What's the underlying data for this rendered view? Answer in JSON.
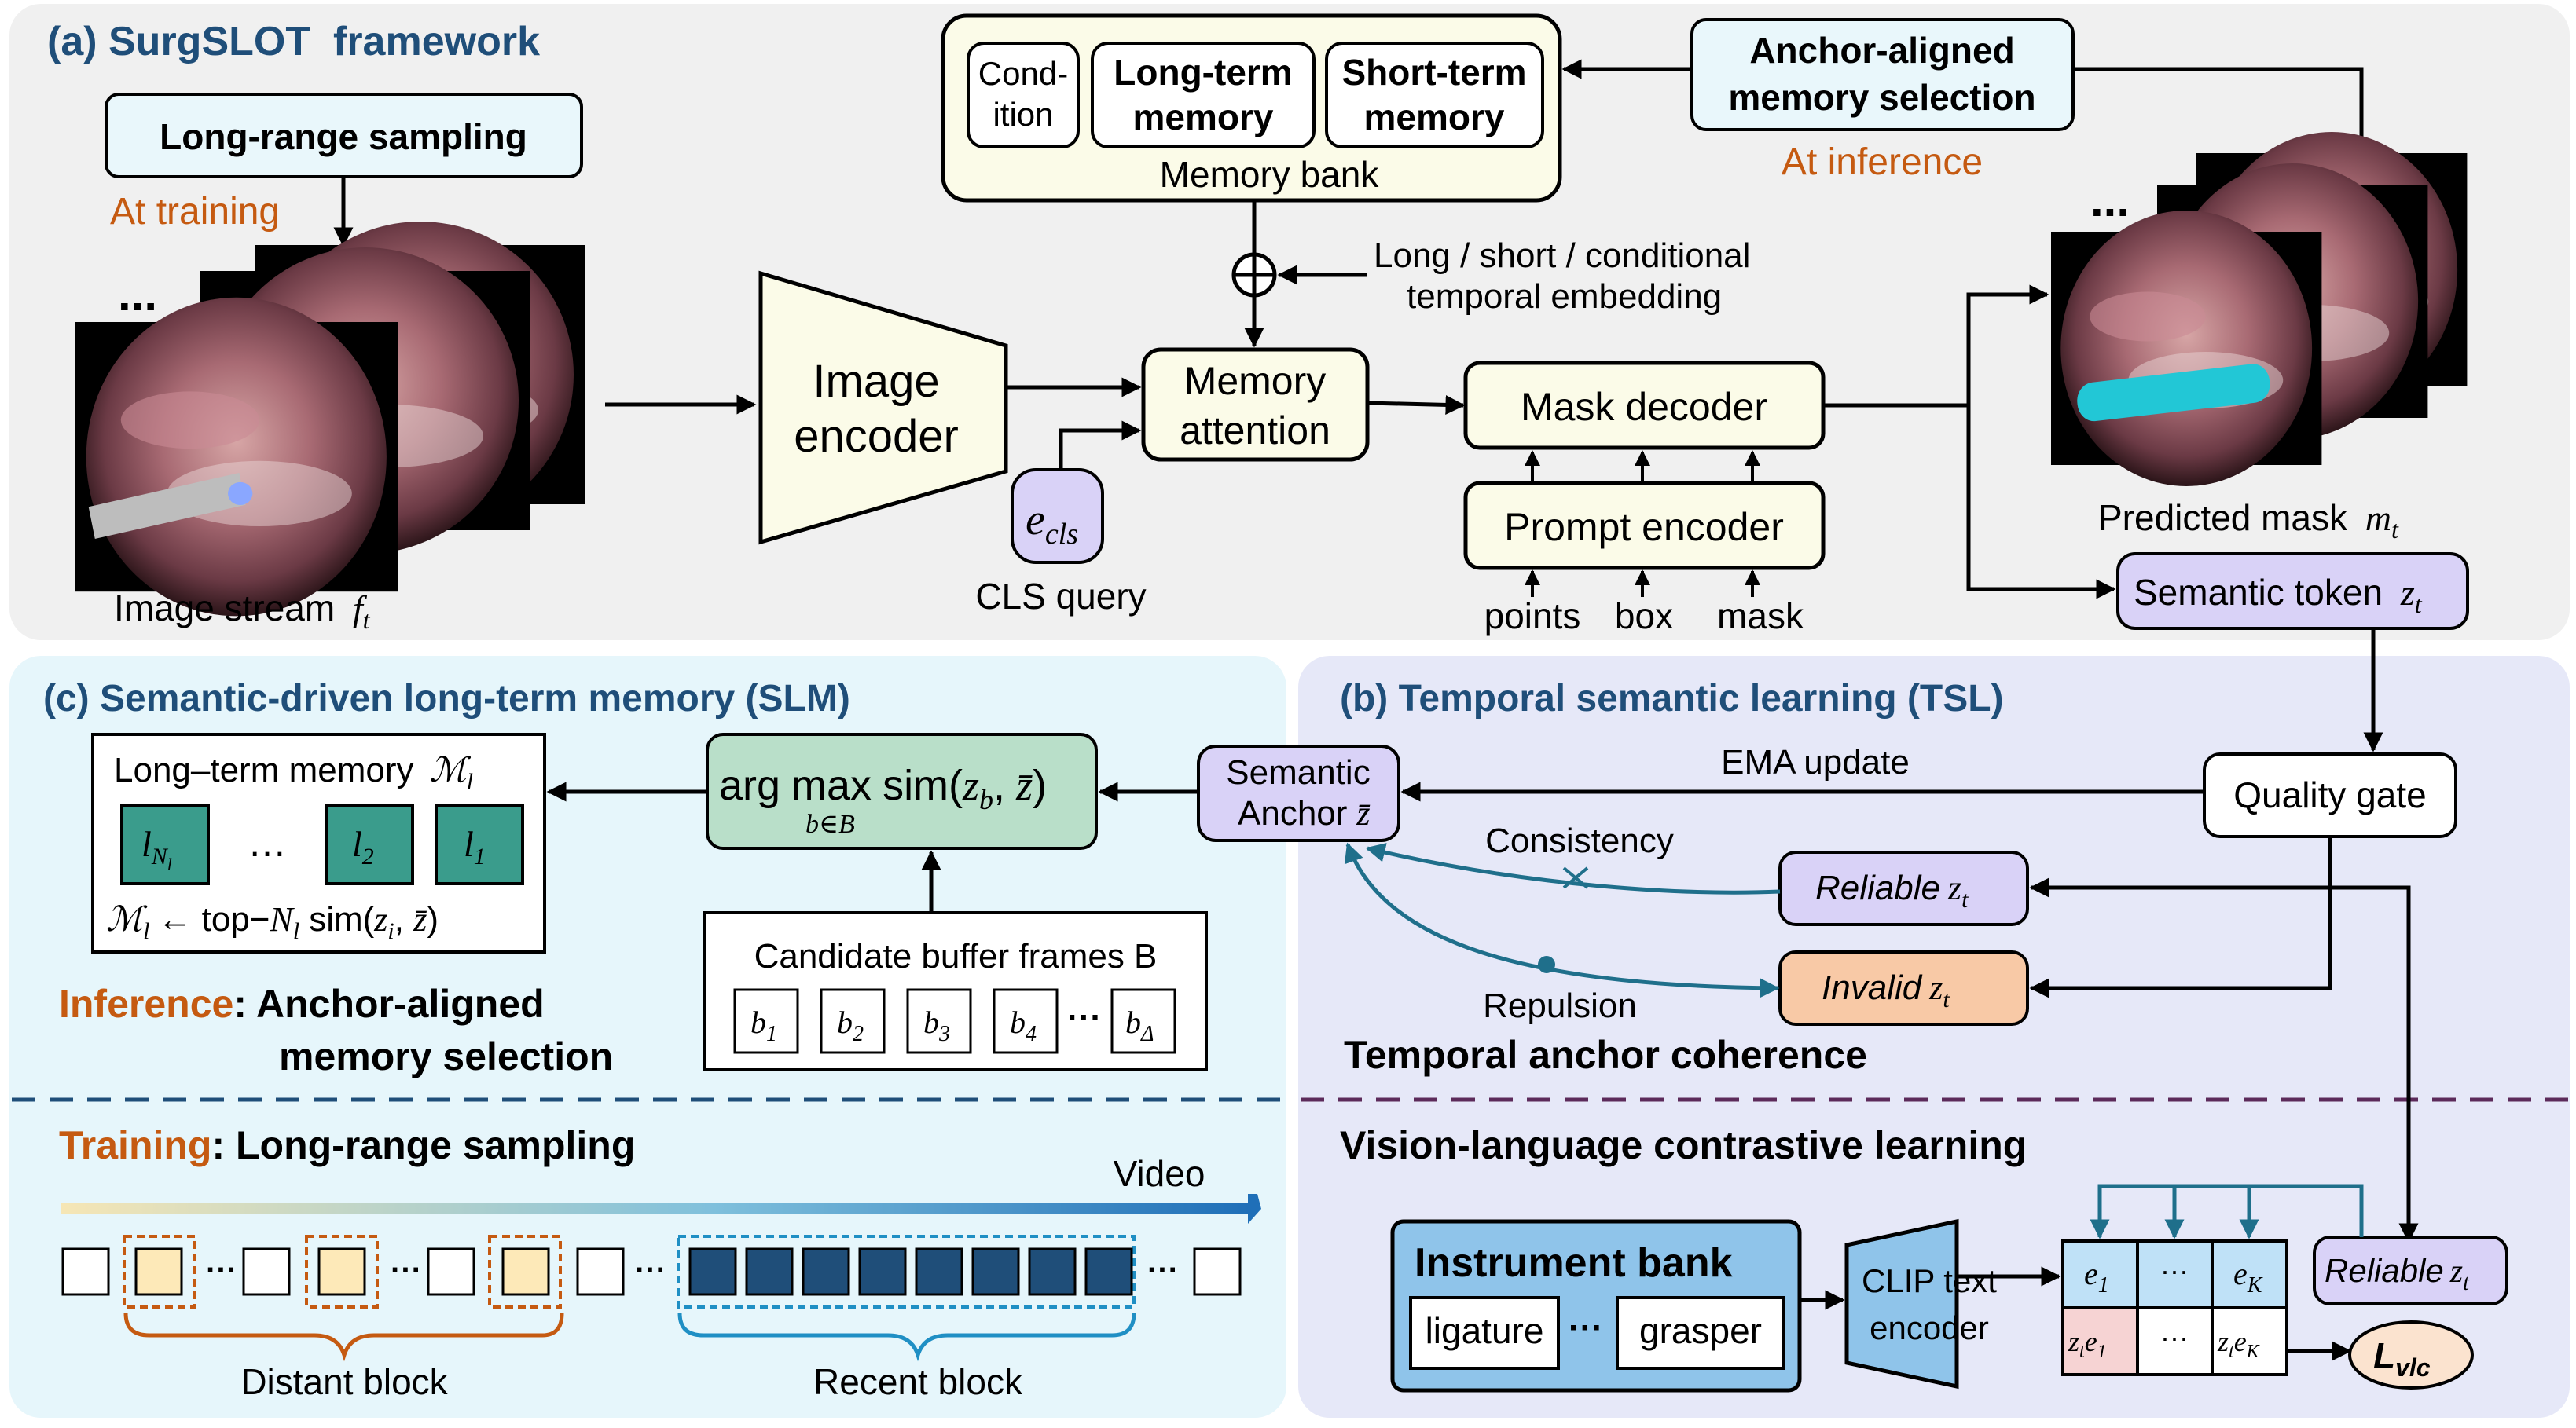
{
  "colors": {
    "panel_a_bg": "#f0f0f0",
    "panel_c_bg": "#e6f6fb",
    "panel_b_bg": "#e6e8f8",
    "title_blue": "#1f4e79",
    "orange_text": "#c55a11",
    "box_light_cyan": "#e9f7fb",
    "box_cream": "#fbfbe8",
    "purple_box": "#d9d2f7",
    "green_box": "#b9dfc9",
    "teal_cell": "#3a9c8c",
    "navy_cell": "#1f4e79",
    "cream_cell": "#fde9b8",
    "invalid_box": "#f8c9a6",
    "arrow_teal": "#1f6f8b",
    "instrument_bank": "#8fc4ea",
    "clip_encoder": "#8fc4ea",
    "e_cells": "#bfe1f7",
    "ze_first": "#f6d3d3",
    "lvlc_fill": "#fbe3cf"
  },
  "icons": [
    "plus-circle-icon",
    "cross-mark-icon",
    "dot-marker-icon",
    "ellipsis-icon",
    "surgical-frame-image"
  ],
  "panel_a": {
    "title": "(a) SurgSLOT  framework",
    "long_range_sampling": "Long-range sampling",
    "at_training": "At training",
    "image_stream": "Image stream",
    "image_stream_var": "f",
    "image_stream_sub": "t",
    "image_encoder_line1": "Image",
    "image_encoder_line2": "encoder",
    "memory_bank_label": "Memory bank",
    "condition_line1": "Cond-",
    "condition_line2": "ition",
    "long_term_line1": "Long-term",
    "long_term_line2": "memory",
    "short_term_line1": "Short-term",
    "short_term_line2": "memory",
    "anchor_aligned_line1": "Anchor-aligned",
    "anchor_aligned_line2": "memory selection",
    "at_inference": "At inference",
    "temporal_embedding_line1": "Long / short / conditional",
    "temporal_embedding_line2": "temporal embedding",
    "memory_attention_line1": "Memory",
    "memory_attention_line2": "attention",
    "cls_token": "e",
    "cls_token_sub": "cls",
    "cls_query": "CLS query",
    "mask_decoder": "Mask decoder",
    "prompt_encoder": "Prompt encoder",
    "points": "points",
    "box": "box",
    "mask": "mask",
    "predicted_mask": "Predicted mask",
    "predicted_mask_var": "m",
    "predicted_mask_sub": "t",
    "semantic_token": "Semantic token",
    "semantic_token_var": "z",
    "semantic_token_sub": "t",
    "ellipsis": "..."
  },
  "panel_c": {
    "title": "(c) Semantic-driven long-term memory (SLM)",
    "ltm_label": "Long–term memory",
    "ltm_symbol": "ℳ",
    "ltm_symbol_sub": "l",
    "cell_first": "l",
    "cell_first_sub": "N",
    "cell_first_subsub": "l",
    "cell_ellipsis": "…",
    "cell_second": "l",
    "cell_second_sub": "2",
    "cell_third": "l",
    "cell_third_sub": "1",
    "ltm_formula": "ℳ",
    "ltm_formula_sub": "l",
    "ltm_formula_rest_a": "← top−",
    "ltm_formula_n": "N",
    "ltm_formula_n_sub": "l",
    "ltm_formula_rest_b": "sim(",
    "ltm_formula_z": "z",
    "ltm_formula_z_sub": "i",
    "ltm_formula_rest_c": ", ",
    "ltm_formula_zbar": "z̄",
    "ltm_formula_end": ")",
    "argmax_a": "arg",
    "argmax_b": "max",
    "argmax_sub": "b∈B",
    "argmax_c": "sim(",
    "argmax_z": "z",
    "argmax_z_sub": "b",
    "argmax_d": ",",
    "argmax_zbar": "z̄",
    "argmax_e": ")",
    "candidate_buffer": "Candidate buffer frames B",
    "b_cells": [
      {
        "var": "b",
        "sub": "1"
      },
      {
        "var": "b",
        "sub": "2"
      },
      {
        "var": "b",
        "sub": "3"
      },
      {
        "var": "b",
        "sub": "4"
      }
    ],
    "b_ellipsis": "···",
    "b_last": "b",
    "b_last_sub": "Δ",
    "inference_word": "Inference",
    "inference_rest_line1": ": Anchor-aligned",
    "inference_rest_line2": "memory selection",
    "training_word": "Training",
    "training_rest": ": Long-range sampling",
    "video_label": "Video",
    "distant_block": "Distant block",
    "recent_block": "Recent block",
    "dots": "···"
  },
  "panel_b": {
    "title": "(b) Temporal semantic learning (TSL)",
    "semantic_anchor_line1": "Semantic",
    "semantic_anchor_line2": "Anchor",
    "semantic_anchor_var": "z̄",
    "ema_update": "EMA update",
    "quality_gate": "Quality gate",
    "consistency": "Consistency",
    "repulsion": "Repulsion",
    "reliable_label": "Reliable",
    "reliable_var": "z",
    "reliable_sub": "t",
    "invalid_label": "Invalid",
    "invalid_var": "z",
    "invalid_sub": "t",
    "temporal_anchor_coherence": "Temporal anchor coherence",
    "vlc_title": "Vision-language contrastive learning",
    "instrument_bank": "Instrument bank",
    "ligature": "ligature",
    "grasper": "grasper",
    "bank_dots": "···",
    "clip_line1": "CLIP text",
    "clip_line2": "encoder",
    "e1": "e",
    "e1_sub": "1",
    "e_dots": "···",
    "ek": "e",
    "ek_sub": "K",
    "ze1_z": "z",
    "ze1_z_sub": "t",
    "ze1_e": "e",
    "ze1_e_sub": "1",
    "ze_dots": "···",
    "zek_z": "z",
    "zek_z_sub": "t",
    "zek_e": "e",
    "zek_e_sub": "K",
    "reliable2_label": "Reliable",
    "reliable2_var": "z",
    "reliable2_sub": "t",
    "lvlc": "L",
    "lvlc_sub": "vlc"
  }
}
